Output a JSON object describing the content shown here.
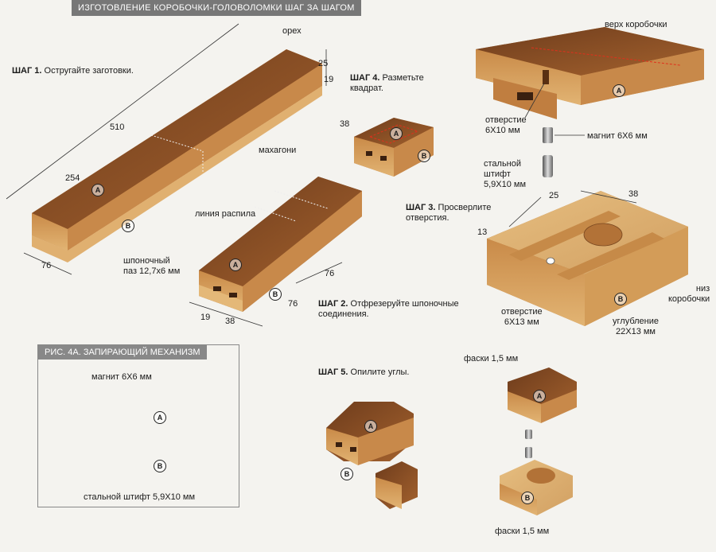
{
  "title": "ИЗГОТОВЛЕНИЕ КОРОБОЧКИ-ГОЛОВОЛОМКИ ШАГ ЗА ШАГОМ",
  "steps": {
    "s1": {
      "head": "ШАГ 1.",
      "text": "Остругайте заготовки."
    },
    "s2": {
      "head": "ШАГ 2.",
      "text": "Отфрезеруйте шпоночные",
      "text2": "соединения."
    },
    "s3": {
      "head": "ШАГ 3.",
      "text": "Просверлите",
      "text2": "отверстия."
    },
    "s4": {
      "head": "ШАГ 4.",
      "text": "Разметьте",
      "text2": "квадрат."
    },
    "s5": {
      "head": "ШАГ 5.",
      "text": "Опилите углы."
    }
  },
  "labels": {
    "walnut": "орех",
    "mahogany": "махагони",
    "cut_line": "линия распила",
    "key_slot_1": "шпоночный",
    "key_slot_2": "паз 12,7х6 мм",
    "box_top": "верх коробочки",
    "hole_top_1": "отверстие",
    "hole_top_2": "6Х10 мм",
    "magnet": "магнит 6Х6 мм",
    "pin_1": "стальной",
    "pin_2": "штифт",
    "pin_3": "5,9Х10 мм",
    "box_bottom_1": "низ",
    "box_bottom_2": "коробочки",
    "hole_bot_1": "отверстие",
    "hole_bot_2": "6Х13 мм",
    "recess_1": "углубление",
    "recess_2": "22Х13 мм",
    "chamfer_top": "фаски 1,5 мм",
    "chamfer_bot": "фаски 1,5 мм"
  },
  "dims": {
    "d25": "25",
    "d19a": "19",
    "d510": "510",
    "d254": "254",
    "d76a": "76",
    "d76b": "76",
    "d76c": "76",
    "d19b": "19",
    "d38a": "38",
    "d38b": "38",
    "d25b": "25",
    "d38c": "38",
    "d13": "13"
  },
  "parts": {
    "a": "A",
    "b": "B"
  },
  "figure": {
    "title": "РИС. 4А. ЗАПИРАЮЩИЙ МЕХАНИЗМ",
    "magnet": "магнит 6Х6 мм",
    "pin": "стальной штифт 5,9Х10 мм"
  },
  "colors": {
    "walnut_dark": "#6b3a1c",
    "walnut_mid": "#8a5228",
    "mahogany_light": "#d9a45e",
    "panel_gray": "#888888"
  }
}
